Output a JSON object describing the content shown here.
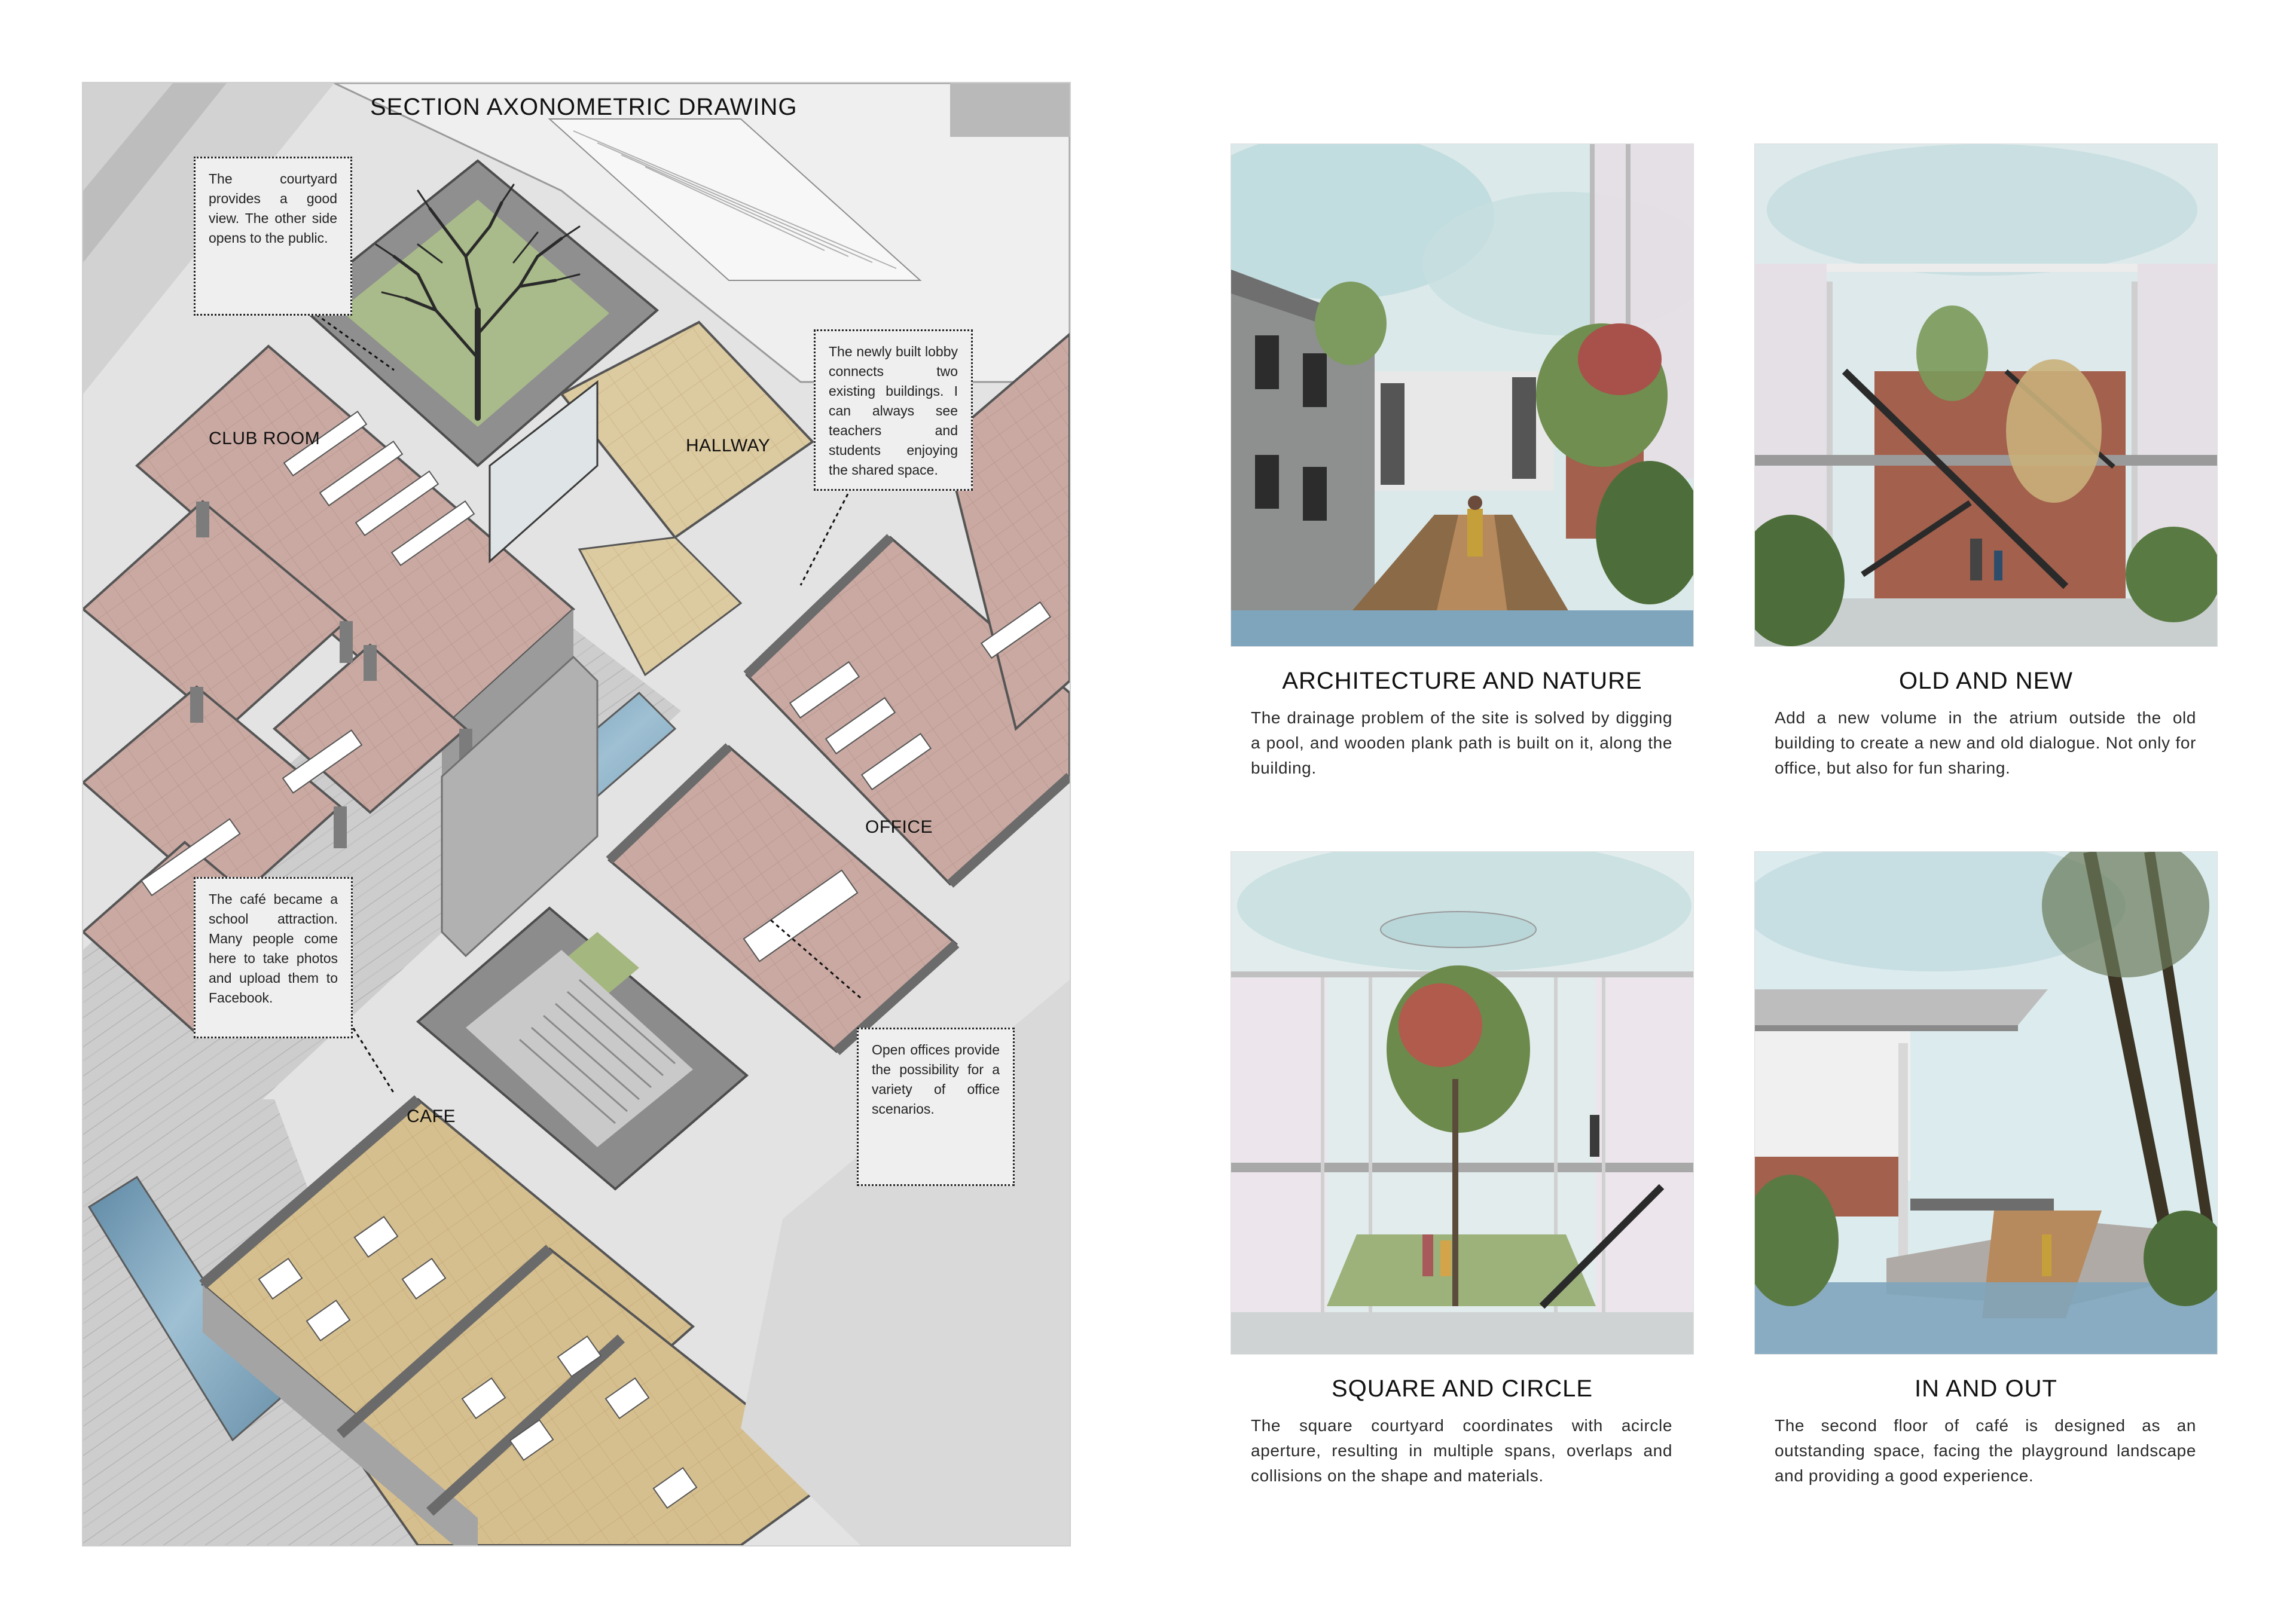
{
  "axonometric": {
    "title": "SECTION AXONOMETRIC DRAWING",
    "rooms": {
      "club_room": "CLUB ROOM",
      "hallway": "HALLWAY",
      "office": "OFFICE",
      "cafe": "CAFE"
    },
    "callouts": {
      "courtyard": "The courtyard provides a good view. The other side opens to the public.",
      "lobby": "The newly built lobby connects two existing buildings. I can always see teachers and students enjoying the shared space.",
      "cafe": "The café became a school attraction. Many people come here to take photos and upload them to Facebook.",
      "offices": "Open offices provide the possibility for a variety of office scenarios."
    }
  },
  "panels": [
    {
      "heading": "ARCHITECTURE AND NATURE",
      "text": "The drainage problem of the site is solved by digging a pool, and wooden plank path is built on it, along the building."
    },
    {
      "heading": "OLD AND NEW",
      "text": "Add a new volume in the atrium outside the old building to create a new and old dialogue. Not only for office, but also for fun sharing."
    },
    {
      "heading": "SQUARE AND CIRCLE",
      "text": "The square courtyard coordinates with acircle aperture, resulting in multiple spans, overlaps and collisions on the shape and materials."
    },
    {
      "heading": "IN AND OUT",
      "text": "The second floor of café is designed as an outstanding space, facing the playground landscape and providing a good experience."
    }
  ],
  "colors": {
    "office_floor": "#c9a9a2",
    "cafe_floor": "#d6bf8e",
    "hallway_floor": "#dccaa0",
    "wall": "#8e8e8e",
    "water": "#7fa5bd",
    "courtyard_grass": "#9cb27a",
    "sky": "#cfe3e4",
    "brick": "#a2604d"
  }
}
